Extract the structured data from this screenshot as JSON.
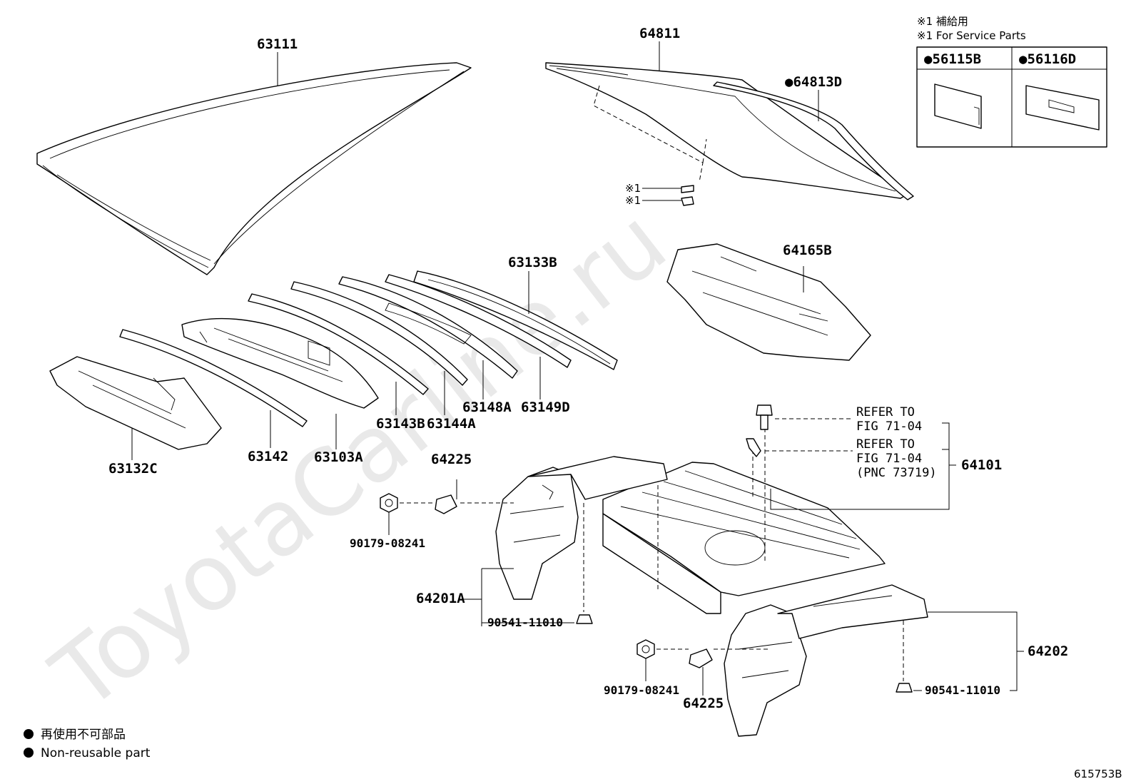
{
  "watermark": "ToyotaCarline.ru",
  "diagram_code": "615753B",
  "service_note": {
    "line_ja": "※1 補給用",
    "line_en": "※1 For Service Parts",
    "parts": [
      "●56115B",
      "●56116D"
    ]
  },
  "legend": {
    "ja": "再使用不可部品",
    "en": "Non-reusable part"
  },
  "labels": {
    "p63111": "63111",
    "p64811": "64811",
    "p64813d": "●64813D",
    "ref1a": "※1",
    "ref1b": "※1",
    "p63133b": "63133B",
    "p64165b": "64165B",
    "p63148a": "63148A",
    "p63149d": "63149D",
    "p63143b": "63143B",
    "p63144a": "63144A",
    "p63142": "63142",
    "p63103a": "63103A",
    "p63132c": "63132C",
    "p64225a": "64225",
    "p64225b": "64225",
    "p90179a": "90179-08241",
    "p90179b": "90179-08241",
    "p64201a": "64201A",
    "p90541a": "90541-11010",
    "p90541b": "90541-11010",
    "p64101": "64101",
    "p64202": "64202",
    "refer1_l1": "REFER TO",
    "refer1_l2": "FIG 71-04",
    "refer2_l1": "REFER TO",
    "refer2_l2": "FIG 71-04",
    "refer2_l3": "(PNC 73719)"
  }
}
